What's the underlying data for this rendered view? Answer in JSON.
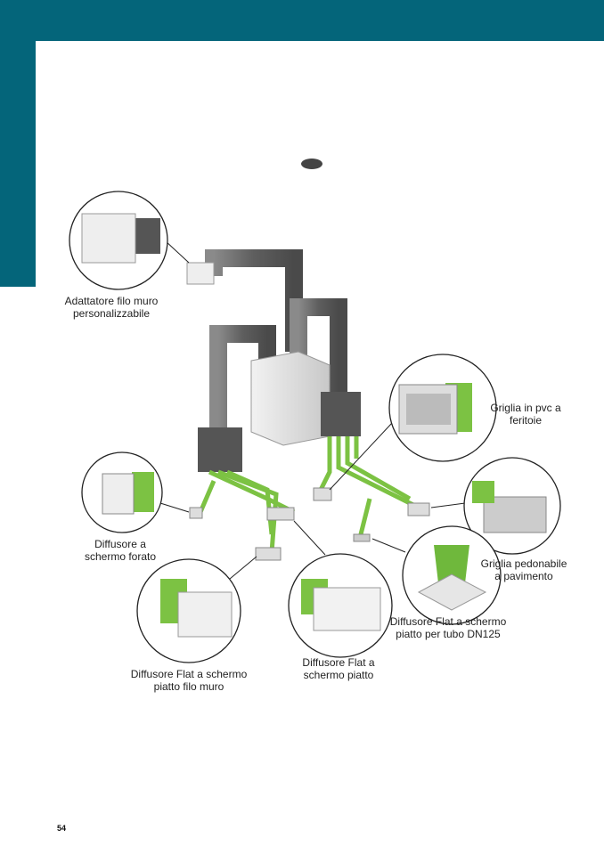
{
  "page_number": "54",
  "colors": {
    "brand": "#04657a",
    "duct_green": "#7cc243",
    "duct_grey": "#6b6b6b"
  },
  "callouts": [
    {
      "id": "adattatore",
      "line1": "Adattatore filo muro",
      "line2": "personalizzabile"
    },
    {
      "id": "griglia-pvc",
      "line1": "Griglia in pvc a",
      "line2": "feritoie"
    },
    {
      "id": "diffusore-forato",
      "line1": "Diffusore a",
      "line2": "schermo forato"
    },
    {
      "id": "griglia-pedonabile",
      "line1": "Griglia pedonabile",
      "line2": "a pavimento"
    },
    {
      "id": "diffusore-dn125",
      "line1": "Diffusore Flat a schermo",
      "line2": "piatto per tubo DN125"
    },
    {
      "id": "flat-filo-muro",
      "line1": "Diffusore Flat a schermo",
      "line2": "piatto filo muro"
    },
    {
      "id": "flat-schermo-piatto",
      "line1": "Diffusore Flat a",
      "line2": "schermo piatto"
    }
  ]
}
